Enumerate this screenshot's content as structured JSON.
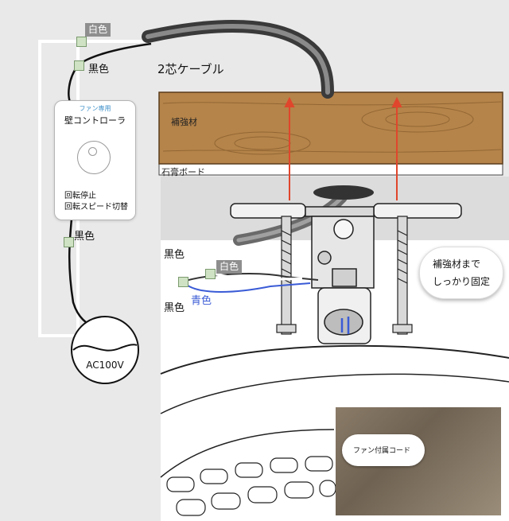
{
  "labels": {
    "white_top": "白色",
    "black_top": "黒色",
    "cable": "2芯ケーブル",
    "beam": "補強材",
    "gypsum_board": "石膏ボード",
    "black_mid": "黒色",
    "black_left1": "黒色",
    "white_mid": "白色",
    "blue": "青色",
    "black_left2": "黒色",
    "ac": "AC100V"
  },
  "controller": {
    "subtitle": "ファン専用",
    "title": "壁コントローラ",
    "function_1": "回転停止",
    "function_2": "回転スピード切替"
  },
  "callout": {
    "line1": "補強材まで",
    "line2": "しっかり固定"
  },
  "photo": {
    "caption": "ファン付属コード"
  },
  "colors": {
    "beam_wood": "#b5844a",
    "arrow_red": "#e0462c",
    "blue_wire": "#3a5bd6",
    "connector_green": "#cfe3c4"
  }
}
